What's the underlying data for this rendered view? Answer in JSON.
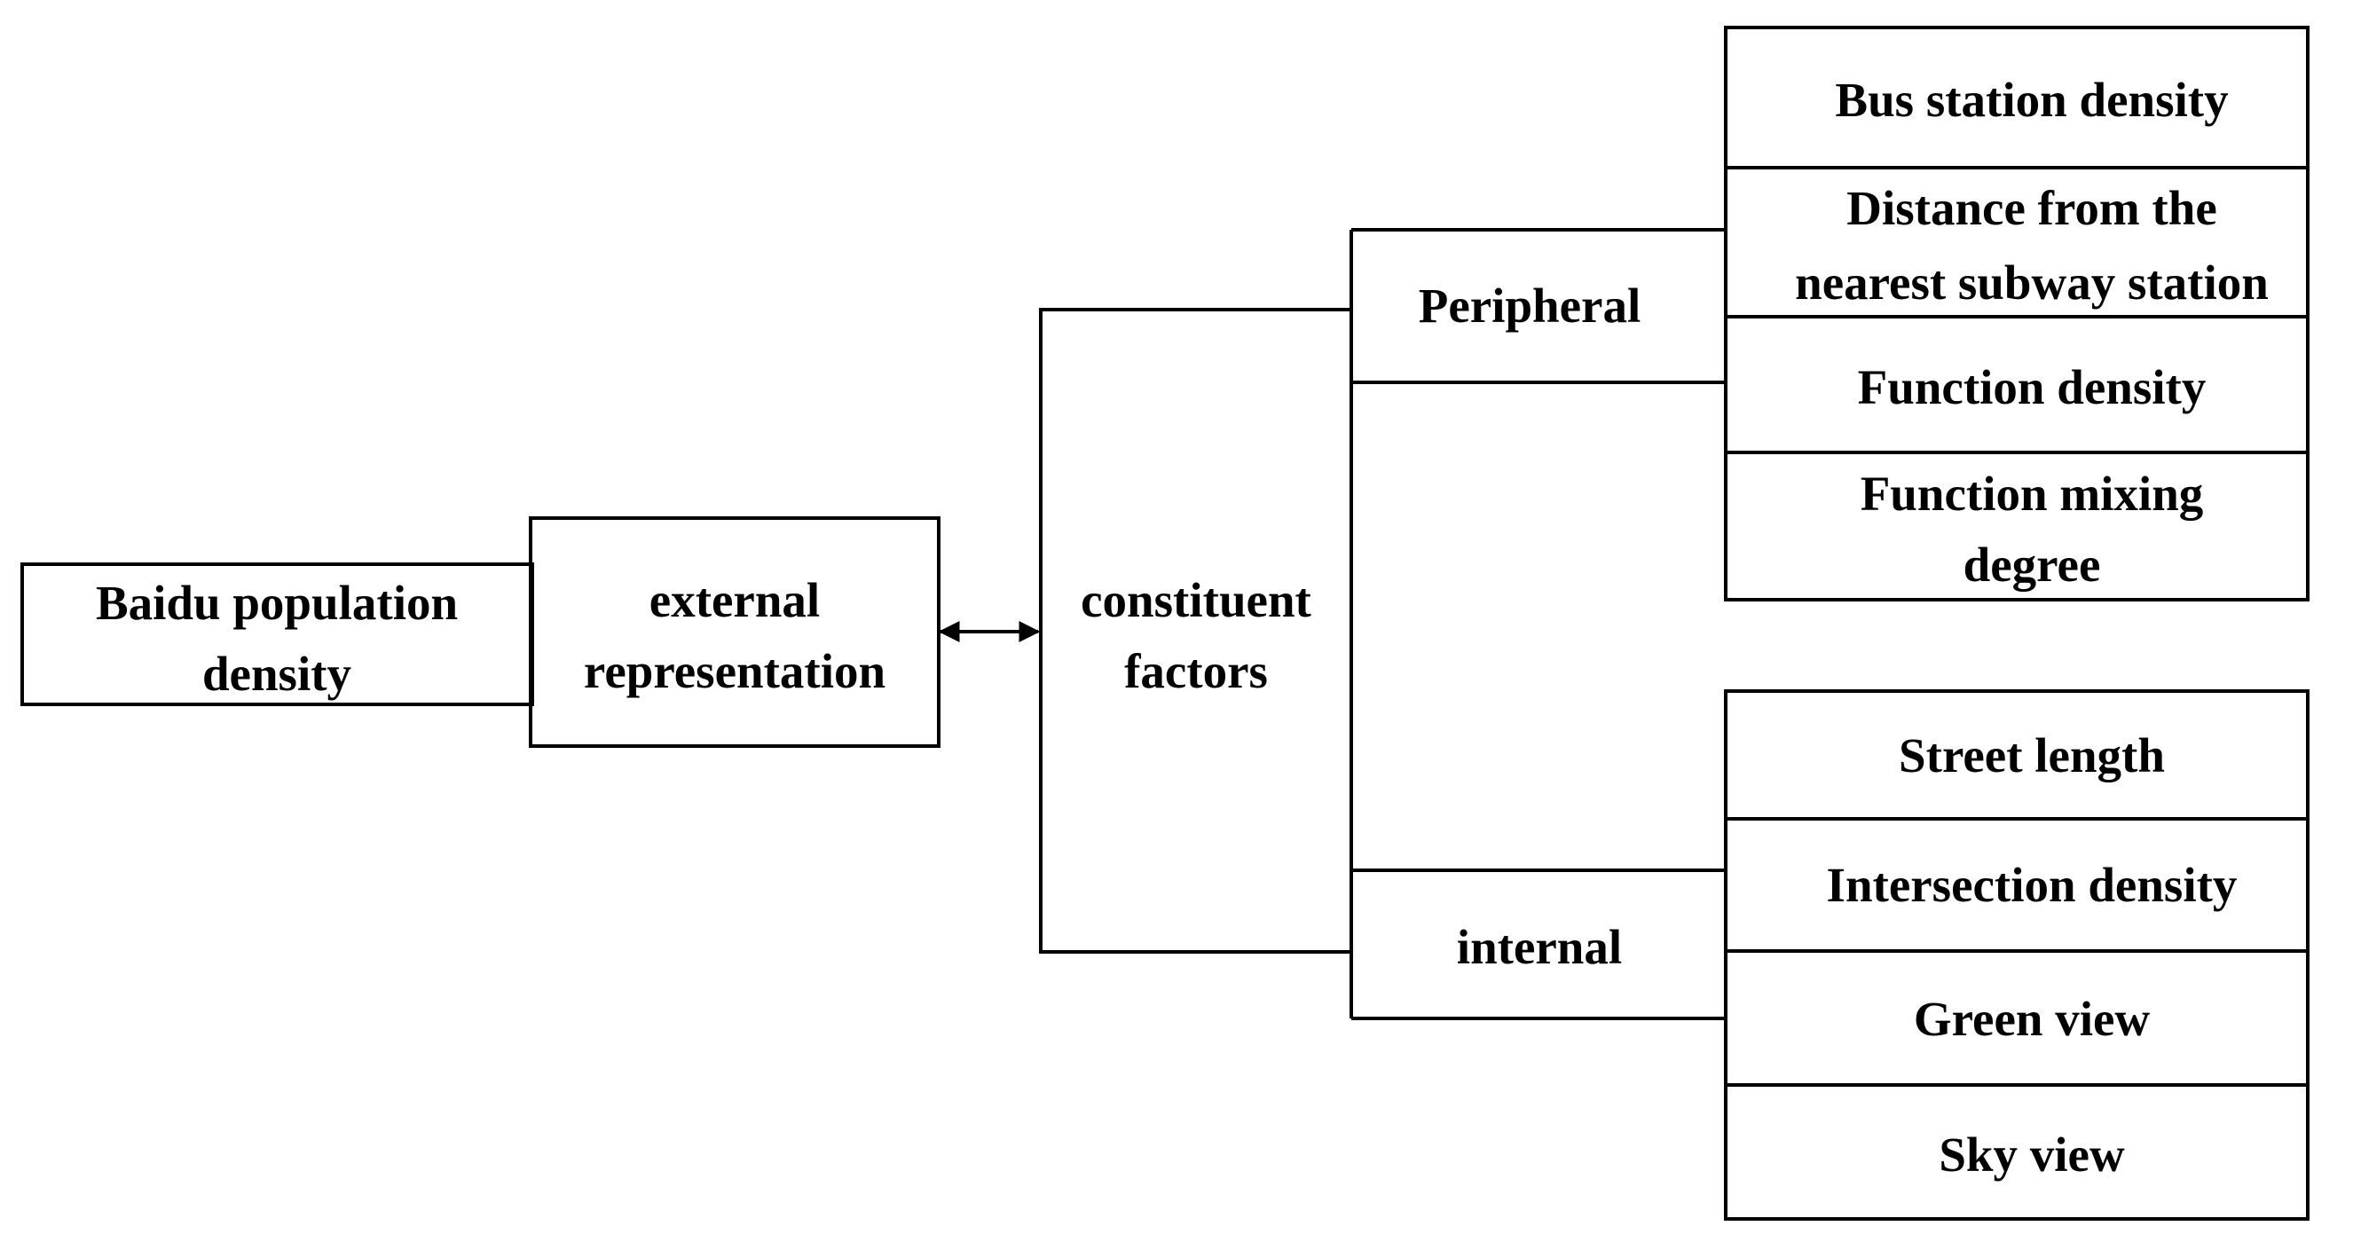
{
  "root": {
    "lines": [
      "Baidu population",
      "density"
    ]
  },
  "external": {
    "lines": [
      "external",
      "representation"
    ]
  },
  "constituent": {
    "lines": [
      "constituent",
      "factors"
    ]
  },
  "peripheral": {
    "label": "Peripheral",
    "items": [
      {
        "lines": [
          "Bus station density"
        ]
      },
      {
        "lines": [
          "Distance from the",
          "nearest subway station"
        ]
      },
      {
        "lines": [
          "Function density"
        ]
      },
      {
        "lines": [
          "Function mixing",
          "degree"
        ]
      }
    ]
  },
  "internal": {
    "label": "internal",
    "items": [
      {
        "lines": [
          "Street length"
        ]
      },
      {
        "lines": [
          "Intersection density"
        ]
      },
      {
        "lines": [
          "Green view"
        ]
      },
      {
        "lines": [
          "Sky view"
        ]
      }
    ]
  }
}
